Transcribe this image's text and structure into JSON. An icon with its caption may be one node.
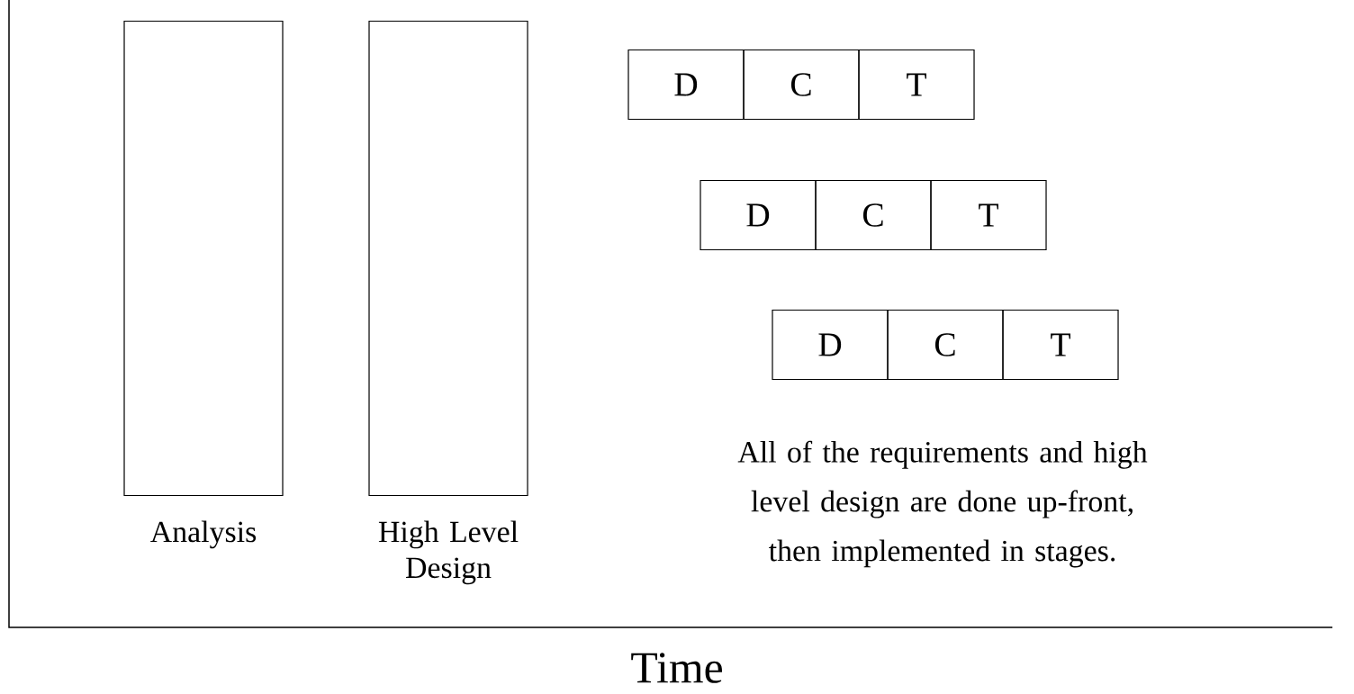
{
  "diagram": {
    "nodes": [
      {
        "text": [
          "Analysis"
        ]
      },
      {
        "text": [
          "High Level Design"
        ]
      },
      {
        "text": [
          "D"
        ]
      },
      {
        "text": [
          "C"
        ]
      },
      {
        "text": [
          "T"
        ]
      },
      {
        "text": [
          "D"
        ]
      },
      {
        "text": [
          "C"
        ]
      },
      {
        "text": [
          "T"
        ]
      },
      {
        "text": [
          "D"
        ]
      },
      {
        "text": [
          "C"
        ]
      },
      {
        "text": [
          "T"
        ]
      }
    ],
    "edges": [],
    "labels": [
      "All of the requirements and high level design are done up-front, then implemented in stages.",
      "Time"
    ]
  }
}
